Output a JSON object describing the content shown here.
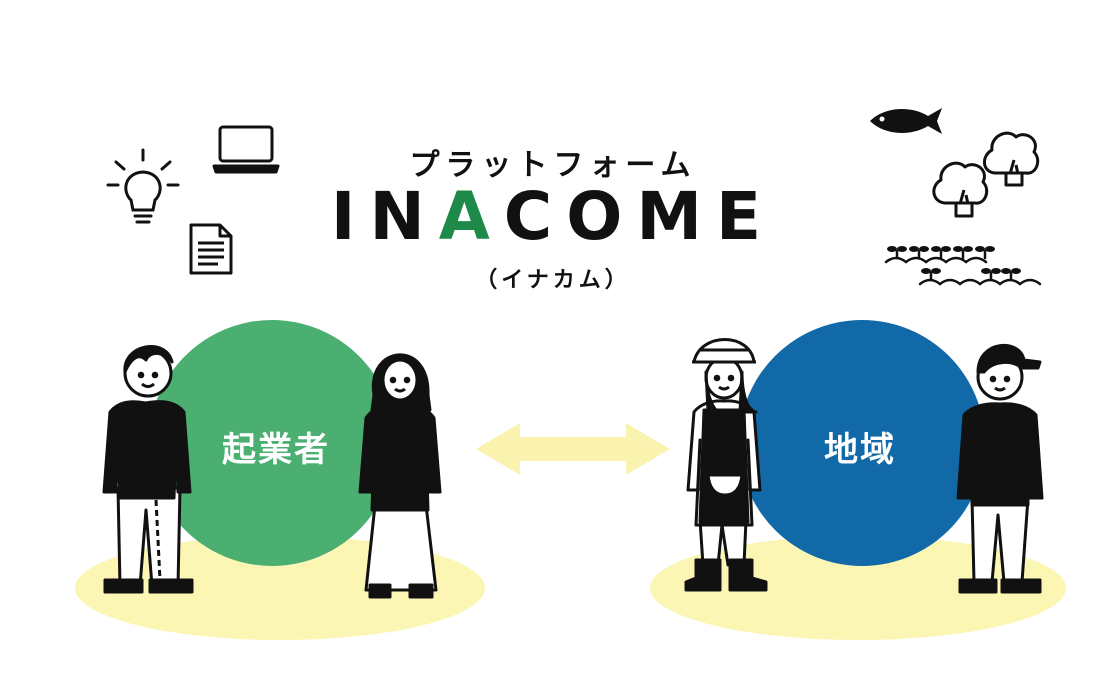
{
  "header": {
    "subtitle": "プラットフォーム",
    "logo_prefix": "IN",
    "logo_accent": "A",
    "logo_suffix": "COME",
    "reading": "（イナカム）"
  },
  "left_group": {
    "label": "起業者"
  },
  "right_group": {
    "label": "地域"
  },
  "icons": {
    "left": [
      "lightbulb-icon",
      "laptop-icon",
      "document-icon"
    ],
    "right": [
      "fish-icon",
      "tree-icon",
      "field-icon"
    ]
  },
  "colors": {
    "entrepreneur_circle": "#4caf72",
    "region_circle": "#1269a8",
    "ground": "#fcf6b5",
    "arrow": "#faf3b0",
    "logo_accent": "#1e8a4a",
    "ink": "#111111"
  }
}
